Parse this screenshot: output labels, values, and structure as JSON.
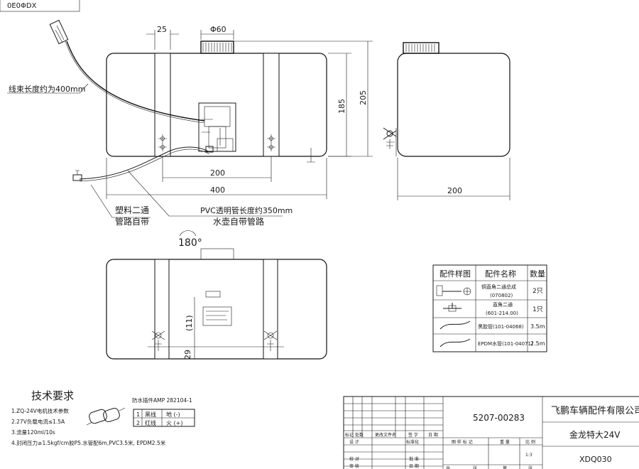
{
  "doc_code": "0E0ΦDX",
  "dims": {
    "strap_w": "25",
    "cap_d": "Φ60",
    "h1": "185",
    "h2": "205",
    "len_mid": "200",
    "len_total": "400",
    "side_w": "200",
    "bottom_11": "(11)",
    "bottom_29": "29"
  },
  "callouts": {
    "harness": "线束长度约为400mm",
    "tee1": "塑料二通",
    "tee2": "管路自带",
    "pvc1": "PVC透明管长度约350mm",
    "pvc2": "水壶自带管路",
    "rotate": "180°"
  },
  "parts_table": {
    "headers": [
      "配件样图",
      "配件名称",
      "数量"
    ],
    "rows": [
      {
        "name": "铜直角二通总成",
        "code": "(070802)",
        "qty": "2只"
      },
      {
        "name": "直角二通",
        "code": "(601-214.00)",
        "qty": "1只"
      },
      {
        "name": "黑胶管(101-04068)",
        "code": "",
        "qty": "3.5m"
      },
      {
        "name": "EPDM水管(101-04071)",
        "code": "",
        "qty": "2.5m"
      }
    ]
  },
  "tech": {
    "title": "技术要求",
    "items": [
      "1.ZQ-24V电机技术参数",
      "2.27V负载电流≤1.5A",
      "3.流量120ml/10s",
      "4.封闭压力≥1.5kgf/cm胶P5.水管配6m,PVC3.5米, EPDM2.5米"
    ],
    "connector_title": "防水插件AMP 282104-1",
    "wires": [
      {
        "no": "1",
        "color": "黑线",
        "label": "地 (-)"
      },
      {
        "no": "2",
        "color": "红线",
        "label": "火 (+)"
      }
    ]
  },
  "title_block": {
    "drawing_no": "5207-00283",
    "company": "飞鹏车辆配件有限公司",
    "product": "金龙特大24V",
    "code": "XDQ030",
    "scale": "1:3",
    "headers": [
      "标记",
      "处数",
      "更改文件名",
      "签 字",
      "日 期"
    ],
    "row_labels": [
      "设 计",
      "校 对",
      "审 核"
    ],
    "mid_labels": [
      "标准化",
      "批 准",
      "日 期"
    ],
    "stage_labels": [
      "图 样 标 记",
      "重 量",
      "比 例"
    ],
    "sheet_labels": [
      "共",
      "张",
      "第",
      "张"
    ]
  }
}
